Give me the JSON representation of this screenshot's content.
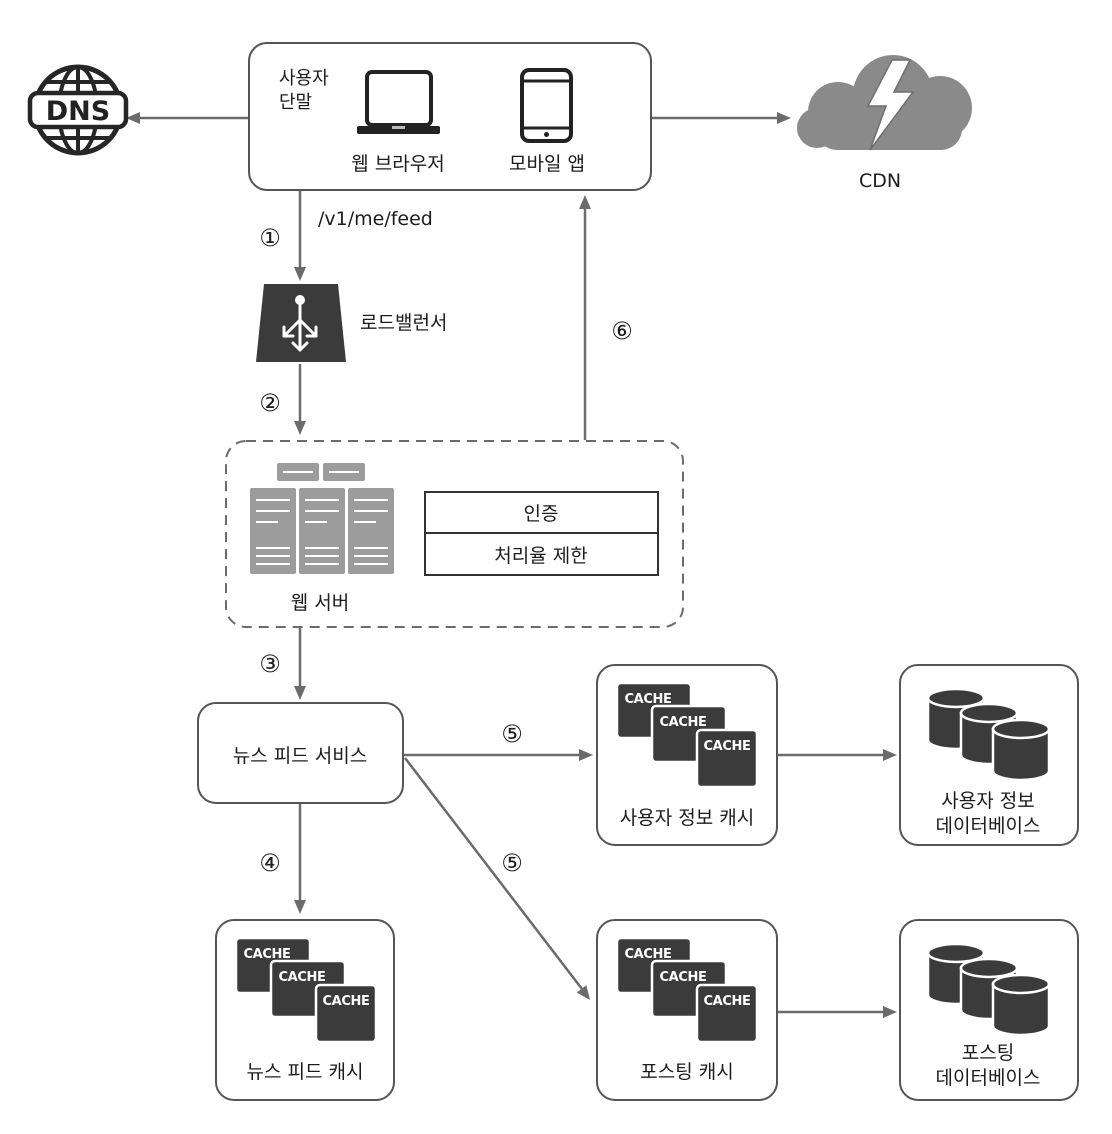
{
  "colors": {
    "background": "#ffffff",
    "box_border": "#555555",
    "arrow": "#6b6b6b",
    "icon_dark": "#3b3b3b",
    "icon_gray": "#9c9c9c",
    "cloud": "#8a8a8a",
    "text": "#1c1c1c"
  },
  "dns": {
    "icon": "globe-icon",
    "label": "DNS"
  },
  "client": {
    "title_line1": "사용자",
    "title_line2": "단말",
    "web_browser": {
      "icon": "laptop-icon",
      "label": "웹 브라우저"
    },
    "mobile_app": {
      "icon": "smartphone-icon",
      "label": "모바일 앱"
    }
  },
  "cdn": {
    "icon": "cloud-lightning-icon",
    "label": "CDN"
  },
  "request": {
    "path": "/v1/me/feed"
  },
  "steps": {
    "s1": "①",
    "s2": "②",
    "s3": "③",
    "s4": "④",
    "s5_user": "⑤",
    "s5_post": "⑤",
    "s6": "⑥"
  },
  "load_balancer": {
    "icon": "load-balancer-icon",
    "label": "로드밸런서"
  },
  "web_server": {
    "icon": "server-rack-icon",
    "label": "웹 서버",
    "modules": [
      "인증",
      "처리율 제한"
    ]
  },
  "news_feed_service": {
    "label": "뉴스 피드 서비스"
  },
  "user_info_cache": {
    "icon": "cache-icon",
    "label": "사용자 정보 캐시",
    "cache_tags": [
      "CACHE",
      "CACHE",
      "CACHE"
    ]
  },
  "user_info_db": {
    "icon": "database-icon",
    "label_line1": "사용자 정보",
    "label_line2": "데이터베이스"
  },
  "news_feed_cache": {
    "icon": "cache-icon",
    "label": "뉴스 피드 캐시",
    "cache_tags": [
      "CACHE",
      "CACHE",
      "CACHE"
    ]
  },
  "posting_cache": {
    "icon": "cache-icon",
    "label": "포스팅 캐시",
    "cache_tags": [
      "CACHE",
      "CACHE",
      "CACHE"
    ]
  },
  "posting_db": {
    "icon": "database-icon",
    "label_line1": "포스팅",
    "label_line2": "데이터베이스"
  }
}
